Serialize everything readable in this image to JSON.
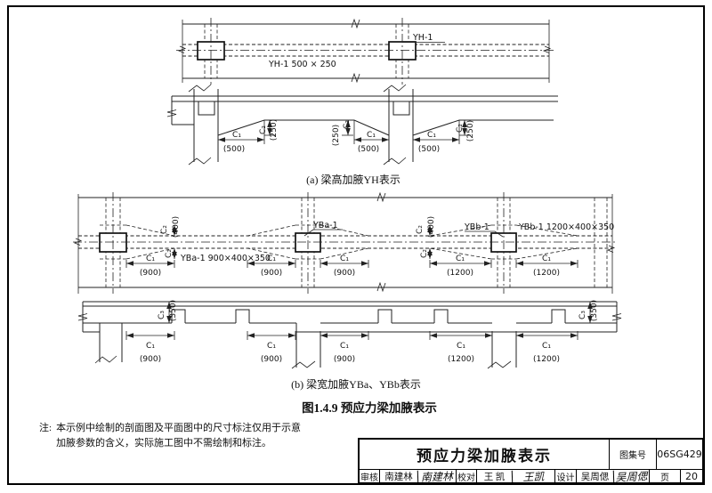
{
  "labels": {
    "c1": "C₁",
    "c2": "C₂",
    "c3": "C₃",
    "d500": "(500)",
    "d250": "(250)",
    "d900": "(900)",
    "d400": "(400)",
    "d1200": "(1200)",
    "d350": "(350)"
  },
  "drawing_a": {
    "beam_tag": "YH-1",
    "beam_size_label": "YH-1 500 × 250",
    "caption": "(a) 梁高加腋YH表示"
  },
  "drawing_b": {
    "yba_tag": "YBa-1",
    "yba_size_label": "YBa-1 900×400×350",
    "ybb_tag": "YBb-1",
    "ybb_size_label": "YBb-1 1200×400×350",
    "caption": "(b) 梁宽加腋YBa、YBb表示"
  },
  "figure": {
    "title": "图1.4.9 预应力梁加腋表示"
  },
  "note": {
    "label": "注:",
    "line1": "本示例中绘制的剖面图及平面图中的尺寸标注仅用于示意",
    "line2": "加腋参数的含义，实际施工图中不需绘制和标注。"
  },
  "title_block": {
    "title": "预应力梁加腋表示",
    "atlas_label": "图集号",
    "atlas_no": "06SG429",
    "page_label": "页",
    "page_no": "20",
    "reviewer_label": "审核",
    "reviewer_name": "南建林",
    "reviewer_signature": "南建林",
    "checker_label": "校对",
    "checker_name": "王 凯",
    "checker_signature": "王凯",
    "designer_label": "设计",
    "designer_name": "吴周偲",
    "designer_signature": "吴周偲"
  }
}
